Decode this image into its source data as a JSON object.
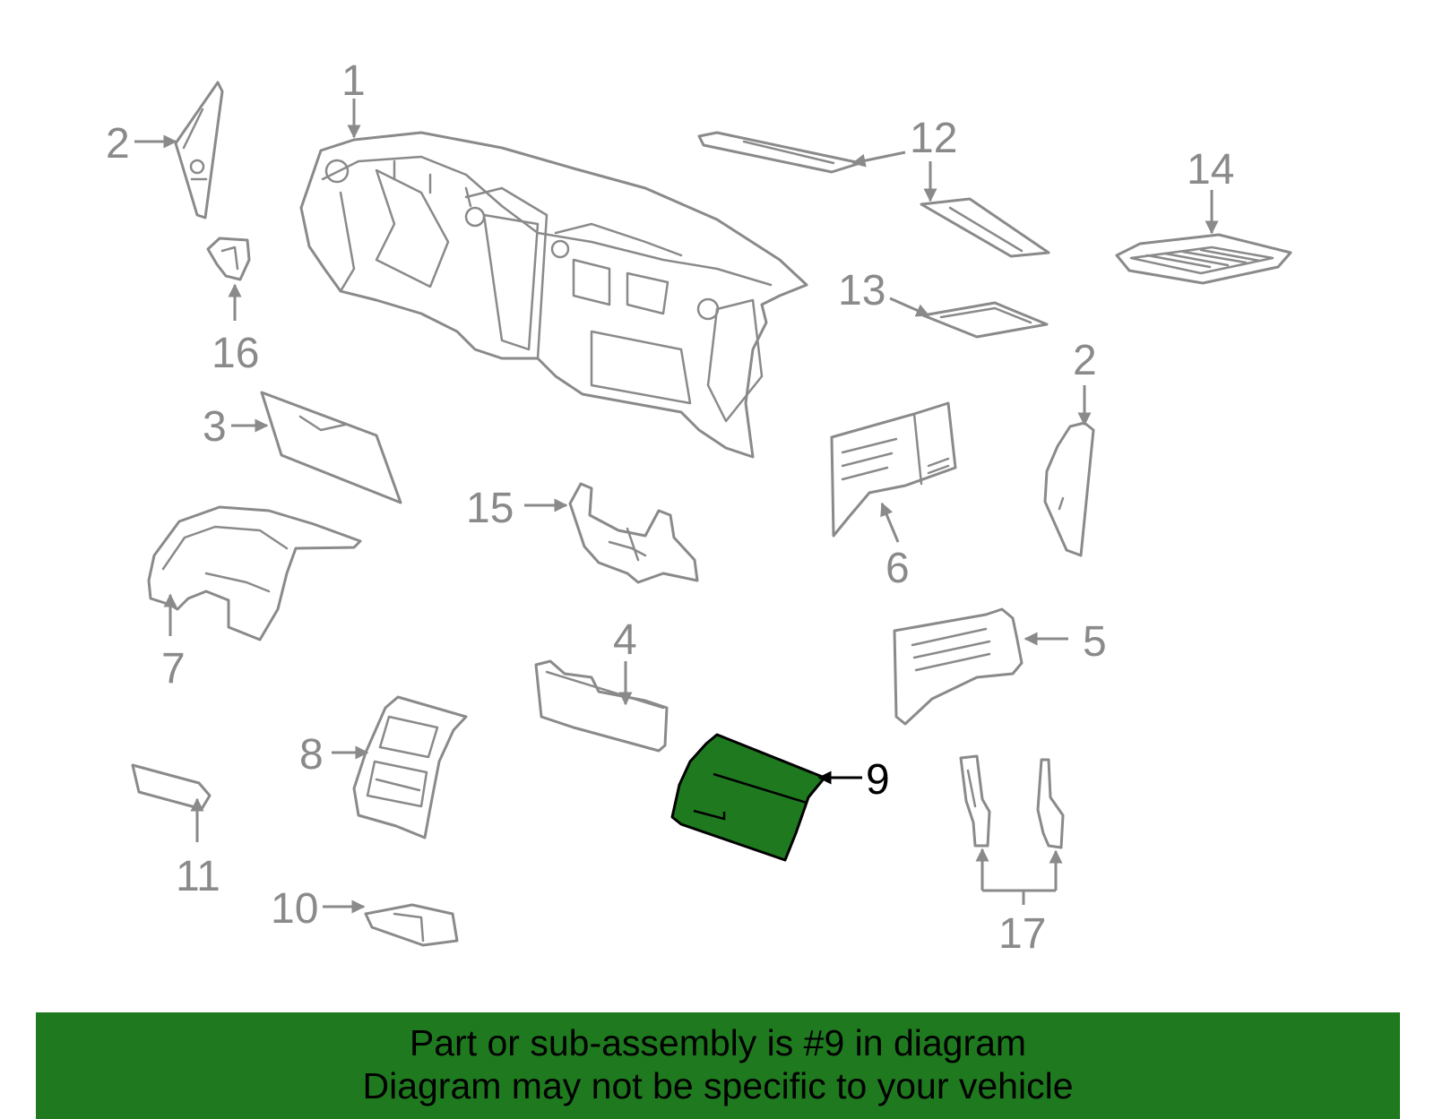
{
  "diagram": {
    "highlight_color": "#1f7a1f",
    "line_color": "#8a8a8a",
    "highlighted_part": "9",
    "callouts": [
      "1",
      "2",
      "3",
      "4",
      "5",
      "6",
      "7",
      "8",
      "9",
      "10",
      "11",
      "12",
      "13",
      "14",
      "15",
      "16",
      "17"
    ],
    "callout_labels": {
      "c1": "1",
      "c2a": "2",
      "c2b": "2",
      "c3": "3",
      "c4": "4",
      "c5": "5",
      "c6": "6",
      "c7": "7",
      "c8": "8",
      "c9": "9",
      "c10": "10",
      "c11": "11",
      "c12": "12",
      "c13": "13",
      "c14": "14",
      "c15": "15",
      "c16": "16",
      "c17": "17"
    }
  },
  "banner": {
    "line1": "Part or sub-assembly is #9 in diagram",
    "line2": "Diagram may not be specific to your vehicle"
  }
}
